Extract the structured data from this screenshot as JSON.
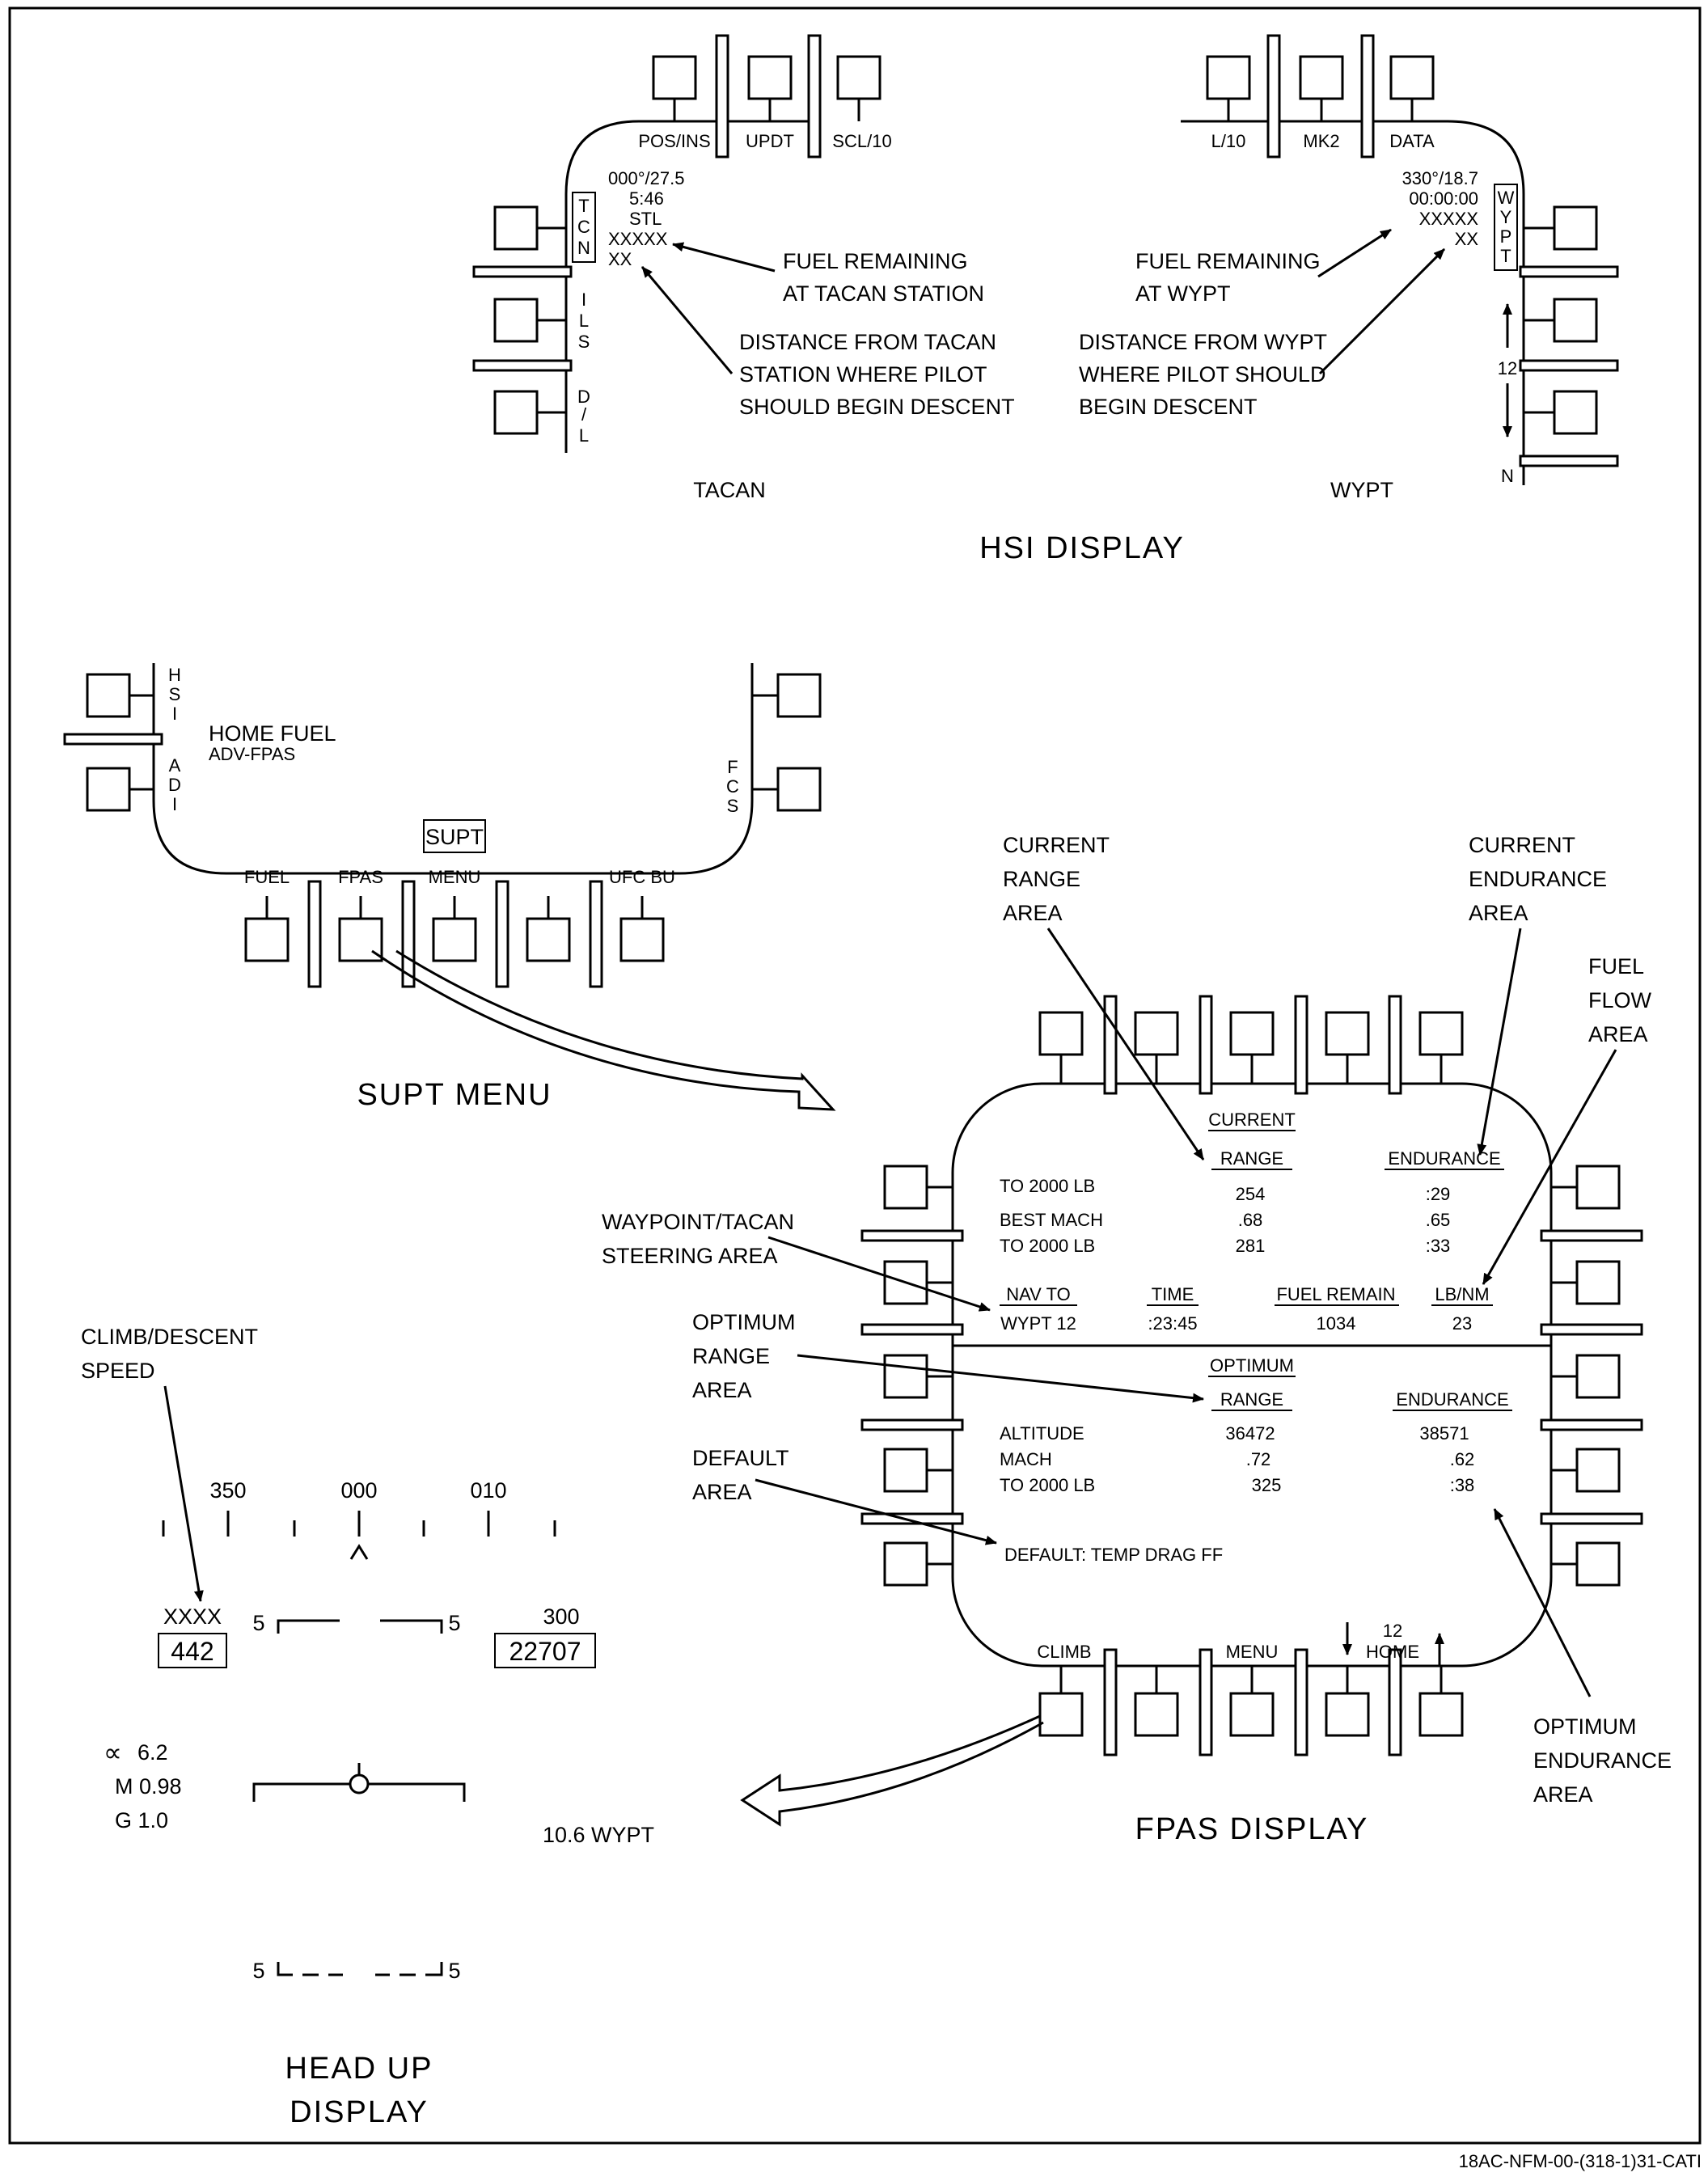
{
  "hsi": {
    "title": "HSI DISPLAY",
    "tacan": {
      "caption": "TACAN",
      "top_buttons": [
        "POS/INS",
        "UPDT",
        "SCL/10"
      ],
      "side_labels": [
        "T",
        "C",
        "N",
        "I",
        "L",
        "S",
        "D",
        "/",
        "L"
      ],
      "readout": [
        "000°/27.5",
        "5:46",
        "STL",
        "XXXXX",
        "XX"
      ],
      "callout_fuel": [
        "FUEL REMAINING",
        "AT TACAN STATION"
      ],
      "callout_distance": [
        "DISTANCE FROM TACAN",
        "STATION WHERE PILOT",
        "SHOULD BEGIN DESCENT"
      ]
    },
    "wypt": {
      "caption": "WYPT",
      "top_buttons": [
        "L/10",
        "MK2",
        "DATA"
      ],
      "side_labels": [
        "W",
        "Y",
        "P",
        "T"
      ],
      "wypt_number": "12",
      "north": "N",
      "readout": [
        "330°/18.7",
        "00:00:00",
        "XXXXX",
        "XX"
      ],
      "callout_fuel": [
        "FUEL REMAINING",
        "AT WYPT"
      ],
      "callout_distance": [
        "DISTANCE FROM WYPT",
        "WHERE PILOT SHOULD",
        "BEGIN DESCENT"
      ]
    }
  },
  "supt": {
    "title": "SUPT MENU",
    "left_labels": [
      "H",
      "S",
      "I",
      "A",
      "D",
      "I"
    ],
    "right_labels": [
      "F",
      "C",
      "S"
    ],
    "home_fuel": "HOME FUEL",
    "adv_fpas": "ADV-FPAS",
    "supt_box": "SUPT",
    "bottom_buttons": [
      "FUEL",
      "FPAS",
      "MENU",
      "UFC BU"
    ]
  },
  "fpas": {
    "title": "FPAS DISPLAY",
    "current_header": "CURRENT",
    "range_header": "RANGE",
    "endurance_header": "ENDURANCE",
    "current_rows": [
      {
        "label": "TO 2000 LB",
        "range": "254",
        "endurance": ":29"
      },
      {
        "label": "BEST MACH",
        "range": ".68",
        "endurance": ".65"
      },
      {
        "label": "TO 2000 LB",
        "range": "281",
        "endurance": ":33"
      }
    ],
    "nav_headers": [
      "NAV TO",
      "TIME",
      "FUEL REMAIN",
      "LB/NM"
    ],
    "nav_values": [
      "WYPT 12",
      ":23:45",
      "1034",
      "23"
    ],
    "optimum_header": "OPTIMUM",
    "optimum_rows": [
      {
        "label": "ALTITUDE",
        "range": "36472",
        "endurance": "38571"
      },
      {
        "label": "MACH",
        "range": ".72",
        "endurance": ".62"
      },
      {
        "label": "TO 2000 LB",
        "range": "325",
        "endurance": ":38"
      }
    ],
    "default_text": "DEFAULT: TEMP DRAG FF",
    "bottom_buttons": [
      "CLIMB",
      "MENU",
      "HOME"
    ],
    "home_number": "12",
    "callouts": {
      "current_range": [
        "CURRENT",
        "RANGE",
        "AREA"
      ],
      "current_endurance": [
        "CURRENT",
        "ENDURANCE",
        "AREA"
      ],
      "fuel_flow": [
        "FUEL",
        "FLOW",
        "AREA"
      ],
      "waypoint_tacan": [
        "WAYPOINT/TACAN",
        "STEERING AREA"
      ],
      "optimum_range": [
        "OPTIMUM",
        "RANGE",
        "AREA"
      ],
      "default_area": [
        "DEFAULT",
        "AREA"
      ],
      "optimum_endurance": [
        "OPTIMUM",
        "ENDURANCE",
        "AREA"
      ]
    }
  },
  "hud": {
    "title_lines": [
      "HEAD UP",
      "DISPLAY"
    ],
    "callout_climb": [
      "CLIMB/DESCENT",
      "SPEED"
    ],
    "heading_labels": [
      "350",
      "000",
      "010"
    ],
    "speed_xxxx": "XXXX",
    "speed_box": "442",
    "altitude_top": "300",
    "altitude_box": "22707",
    "pitch_label": "5",
    "alpha": "6.2",
    "alpha_symbol": "∝",
    "mach": "M  0.98",
    "g": "G  1.0",
    "wypt_dist": "10.6 WYPT"
  },
  "figure_id": "18AC-NFM-00-(318-1)31-CATI"
}
